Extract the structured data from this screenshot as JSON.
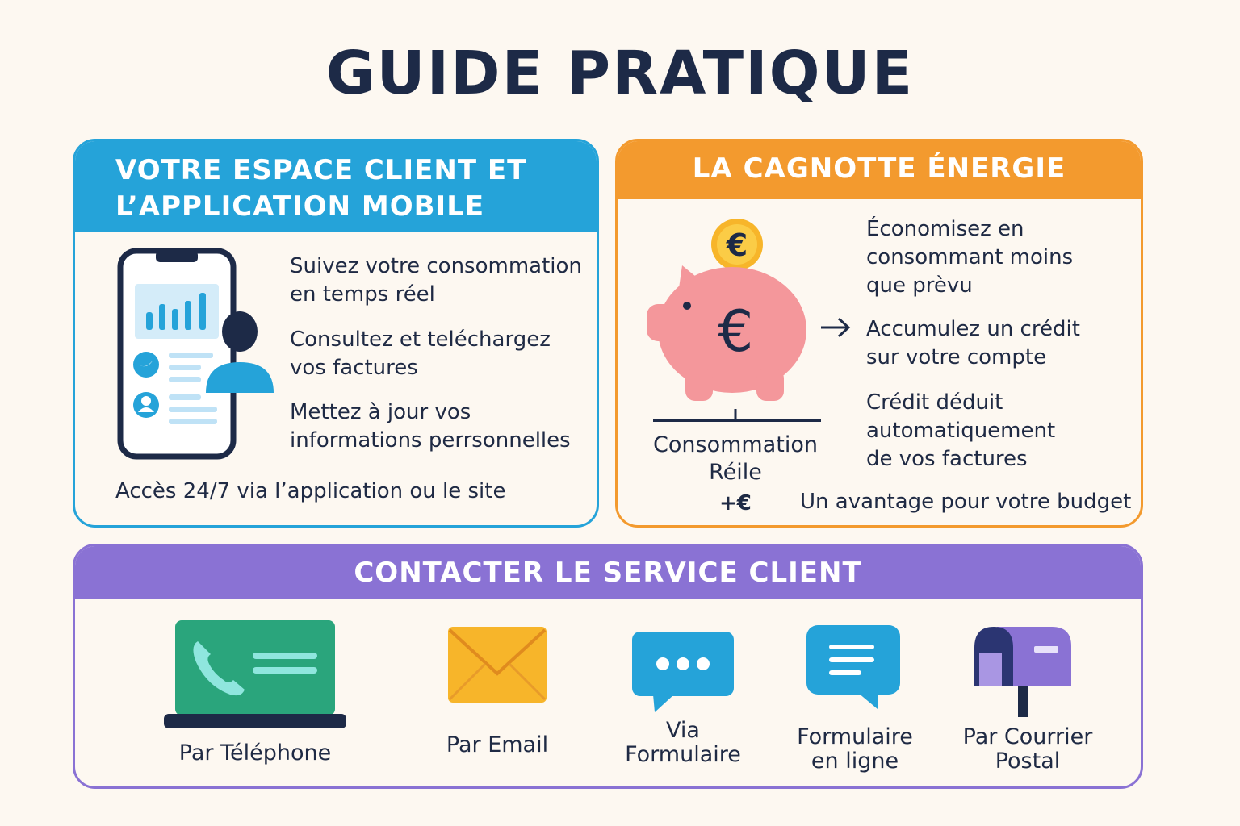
{
  "title": "GUIDE PRATIQUE",
  "espace_client": {
    "heading_line1": "VOTRE ESPACE CLIENT ET",
    "heading_line2": "L’APPLICATION MOBILE",
    "items": [
      {
        "line1": "Suivez votre consommation",
        "line2": "en temps réel"
      },
      {
        "line1": "Consultez et teléchargez",
        "line2": "vos factures"
      },
      {
        "line1": "Mettez à jour vos",
        "line2": "informations perrsonnelles"
      }
    ],
    "footer": "Accès 24/7 via l’application ou le site"
  },
  "cagnotte": {
    "heading": "LA CAGNOTTE ÉNERGIE",
    "items": [
      {
        "line1": "Économisez en",
        "line2": "consommant moins",
        "line3": "que prèvu"
      },
      {
        "line1": "Accumulez un crédit",
        "line2": "sur votre compte"
      },
      {
        "line1": "Crédit déduit",
        "line2": "automatiquement",
        "line3": "de vos factures"
      }
    ],
    "scale_label_line1": "Consommation",
    "scale_label_line2": "Réile",
    "plus_label": "+€",
    "footer": "Un avantage pour votre budget",
    "coin_symbol": "€",
    "pig_symbol": "€"
  },
  "contact": {
    "heading": "CONTACTER LE SERVICE CLIENT",
    "channels": [
      {
        "icon": "laptop-phone-icon",
        "line1": "Par Téléphone"
      },
      {
        "icon": "envelope-icon",
        "line1": "Par Email"
      },
      {
        "icon": "chat-bubble-icon",
        "line1": "Via",
        "line2": "Formulaire"
      },
      {
        "icon": "form-bubble-icon",
        "line1": "Formulaire",
        "line2": "en ligne"
      },
      {
        "icon": "mailbox-icon",
        "line1": "Par Courrier",
        "line2": "Postal"
      }
    ]
  },
  "colors": {
    "blue": "#25a3d9",
    "orange": "#f39a2e",
    "purple": "#8a72d4",
    "navy": "#1d2a47",
    "pink": "#f4979b",
    "gold": "#f7b52a",
    "green": "#2aa57c"
  }
}
